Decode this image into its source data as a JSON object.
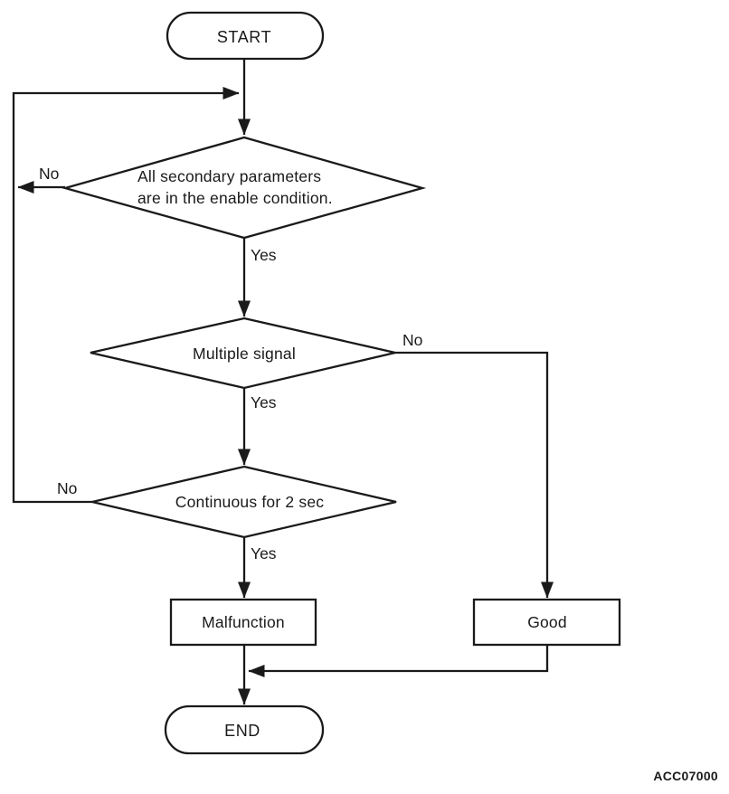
{
  "flowchart": {
    "nodes": {
      "start": "START",
      "decision1_line1": "All secondary parameters",
      "decision1_line2": "are in the enable condition.",
      "decision2": "Multiple signal",
      "decision3": "Continuous for 2 sec",
      "malfunction": "Malfunction",
      "good": "Good",
      "end": "END"
    },
    "edge_labels": {
      "decision1_yes": "Yes",
      "decision1_no": "No",
      "decision2_yes": "Yes",
      "decision2_no": "No",
      "decision3_yes": "Yes",
      "decision3_no": "No"
    },
    "figure_code": "ACC07000",
    "colors": {
      "line": "#1a1a1a",
      "background": "#ffffff"
    }
  }
}
